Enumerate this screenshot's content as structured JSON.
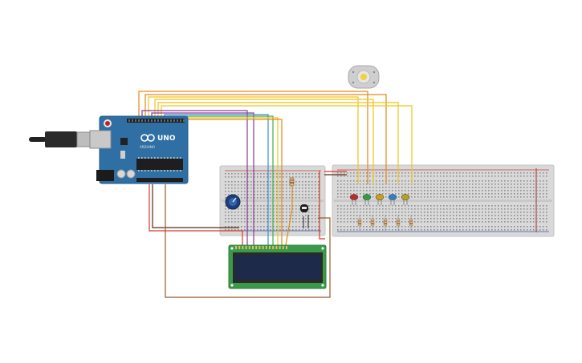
{
  "arduino": {
    "model_label": "UNO",
    "brand_label": "ARDUINO"
  },
  "colors": {
    "board_blue": "#2f6fa3",
    "breadboard": "#d9d9d9",
    "lcd_green": "#3a9a4a",
    "lcd_screen": "#1e2a4a",
    "wire_orange": "#e38a18",
    "wire_yellow": "#f0c419",
    "wire_red": "#d43a2c",
    "wire_brown": "#9a5a2a",
    "wire_green": "#3fae4a",
    "wire_purple": "#8a3a9a",
    "wire_blue": "#3a8fd4"
  },
  "leds": [
    {
      "color": "#c0282a"
    },
    {
      "color": "#2e9e3e"
    },
    {
      "color": "#c9a017"
    },
    {
      "color": "#2f7fc9"
    },
    {
      "color": "#b8a020"
    }
  ],
  "components": [
    "arduino-uno",
    "dc-motor",
    "potentiometer",
    "lcd-16x2",
    "transistor",
    "leds",
    "resistors",
    "breadboard-small",
    "breadboard-large"
  ]
}
